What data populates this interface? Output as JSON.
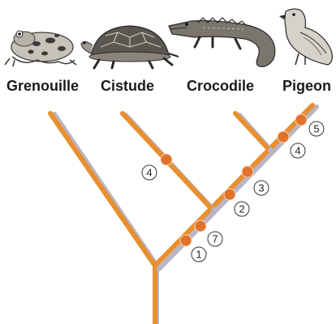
{
  "colors": {
    "branch": "#e88f2e",
    "branch_shadow": "#b9b4c6",
    "dot": "#e0722a",
    "dot_highlight": "#f5d8c2"
  },
  "taxa": [
    {
      "name": "Grenouille",
      "icon": "frog-icon"
    },
    {
      "name": "Cistude",
      "icon": "turtle-icon"
    },
    {
      "name": "Crocodile",
      "icon": "crocodile-icon"
    },
    {
      "name": "Pigeon",
      "icon": "pigeon-icon"
    }
  ],
  "markers": [
    {
      "label": "1"
    },
    {
      "label": "7"
    },
    {
      "label": "2"
    },
    {
      "label": "3"
    },
    {
      "label": "4"
    },
    {
      "label": "4"
    },
    {
      "label": "5"
    }
  ]
}
